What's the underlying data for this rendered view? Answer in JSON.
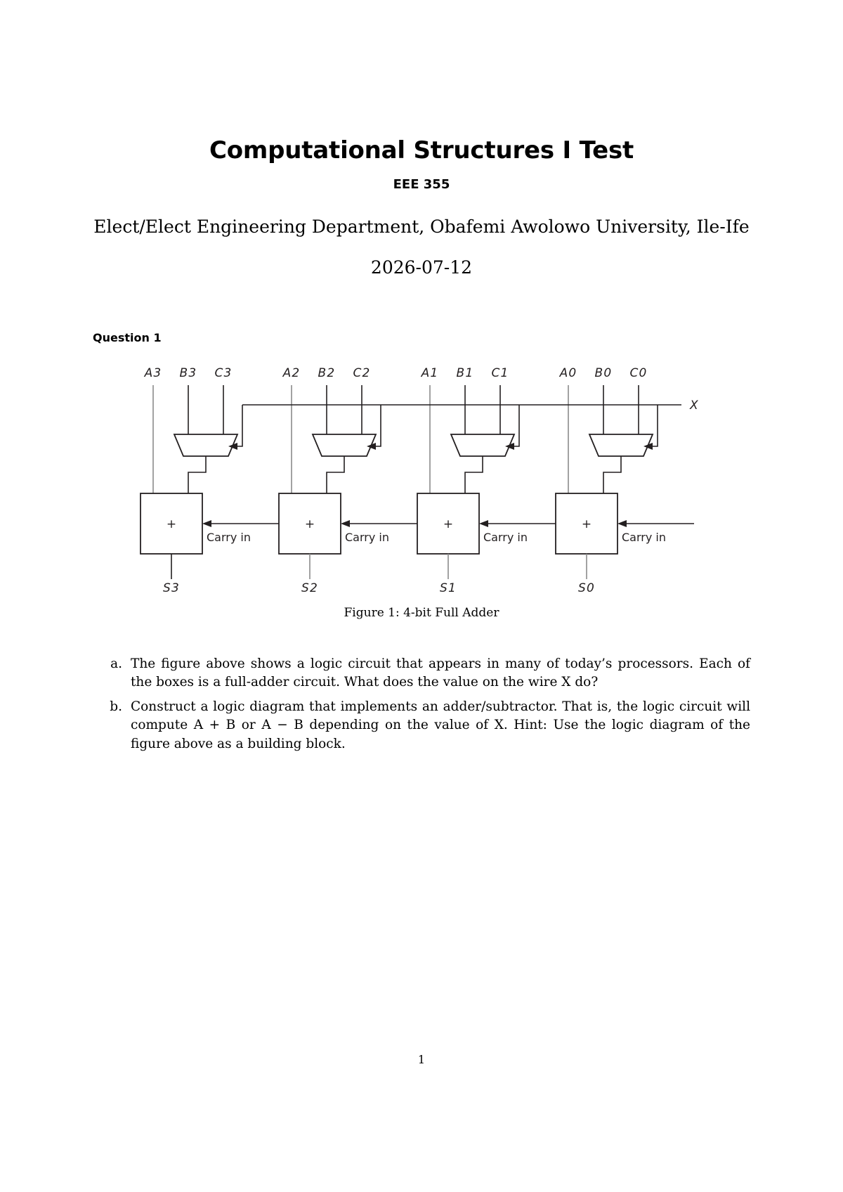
{
  "document": {
    "title": "Computational Structures I Test",
    "course_code": "EEE 355",
    "affiliation": "Elect/Elect Engineering Department, Obafemi Awolowo University, Ile-Ife",
    "date": "2026-07-12",
    "page_number": "1"
  },
  "question": {
    "heading": "Question 1",
    "items": [
      {
        "label": "a.",
        "text": "The figure above shows a logic circuit that appears in many of today’s processors. Each of the boxes is a full-adder circuit. What does the value on the wire X do?"
      },
      {
        "label": "b.",
        "text": "Construct a logic diagram that implements an adder/subtractor. That is, the logic circuit will compute A + B or A − B depending on the value of X. Hint: Use the logic diagram of the figure above as a building block."
      }
    ]
  },
  "figure": {
    "caption": "Figure 1: 4-bit Full Adder",
    "control_wire_label": "X",
    "adder_symbol": "+",
    "carry_label": "Carry in",
    "stages": [
      {
        "a": "A3",
        "b": "B3",
        "c": "C3",
        "sum": "S3"
      },
      {
        "a": "A2",
        "b": "B2",
        "c": "C2",
        "sum": "S2"
      },
      {
        "a": "A1",
        "b": "B1",
        "c": "C1",
        "sum": "S1"
      },
      {
        "a": "A0",
        "b": "B0",
        "c": "C0",
        "sum": "S0"
      }
    ]
  },
  "colors": {
    "ink": "#231f20",
    "light_wire": "#8b8b8b",
    "paper": "#ffffff"
  }
}
